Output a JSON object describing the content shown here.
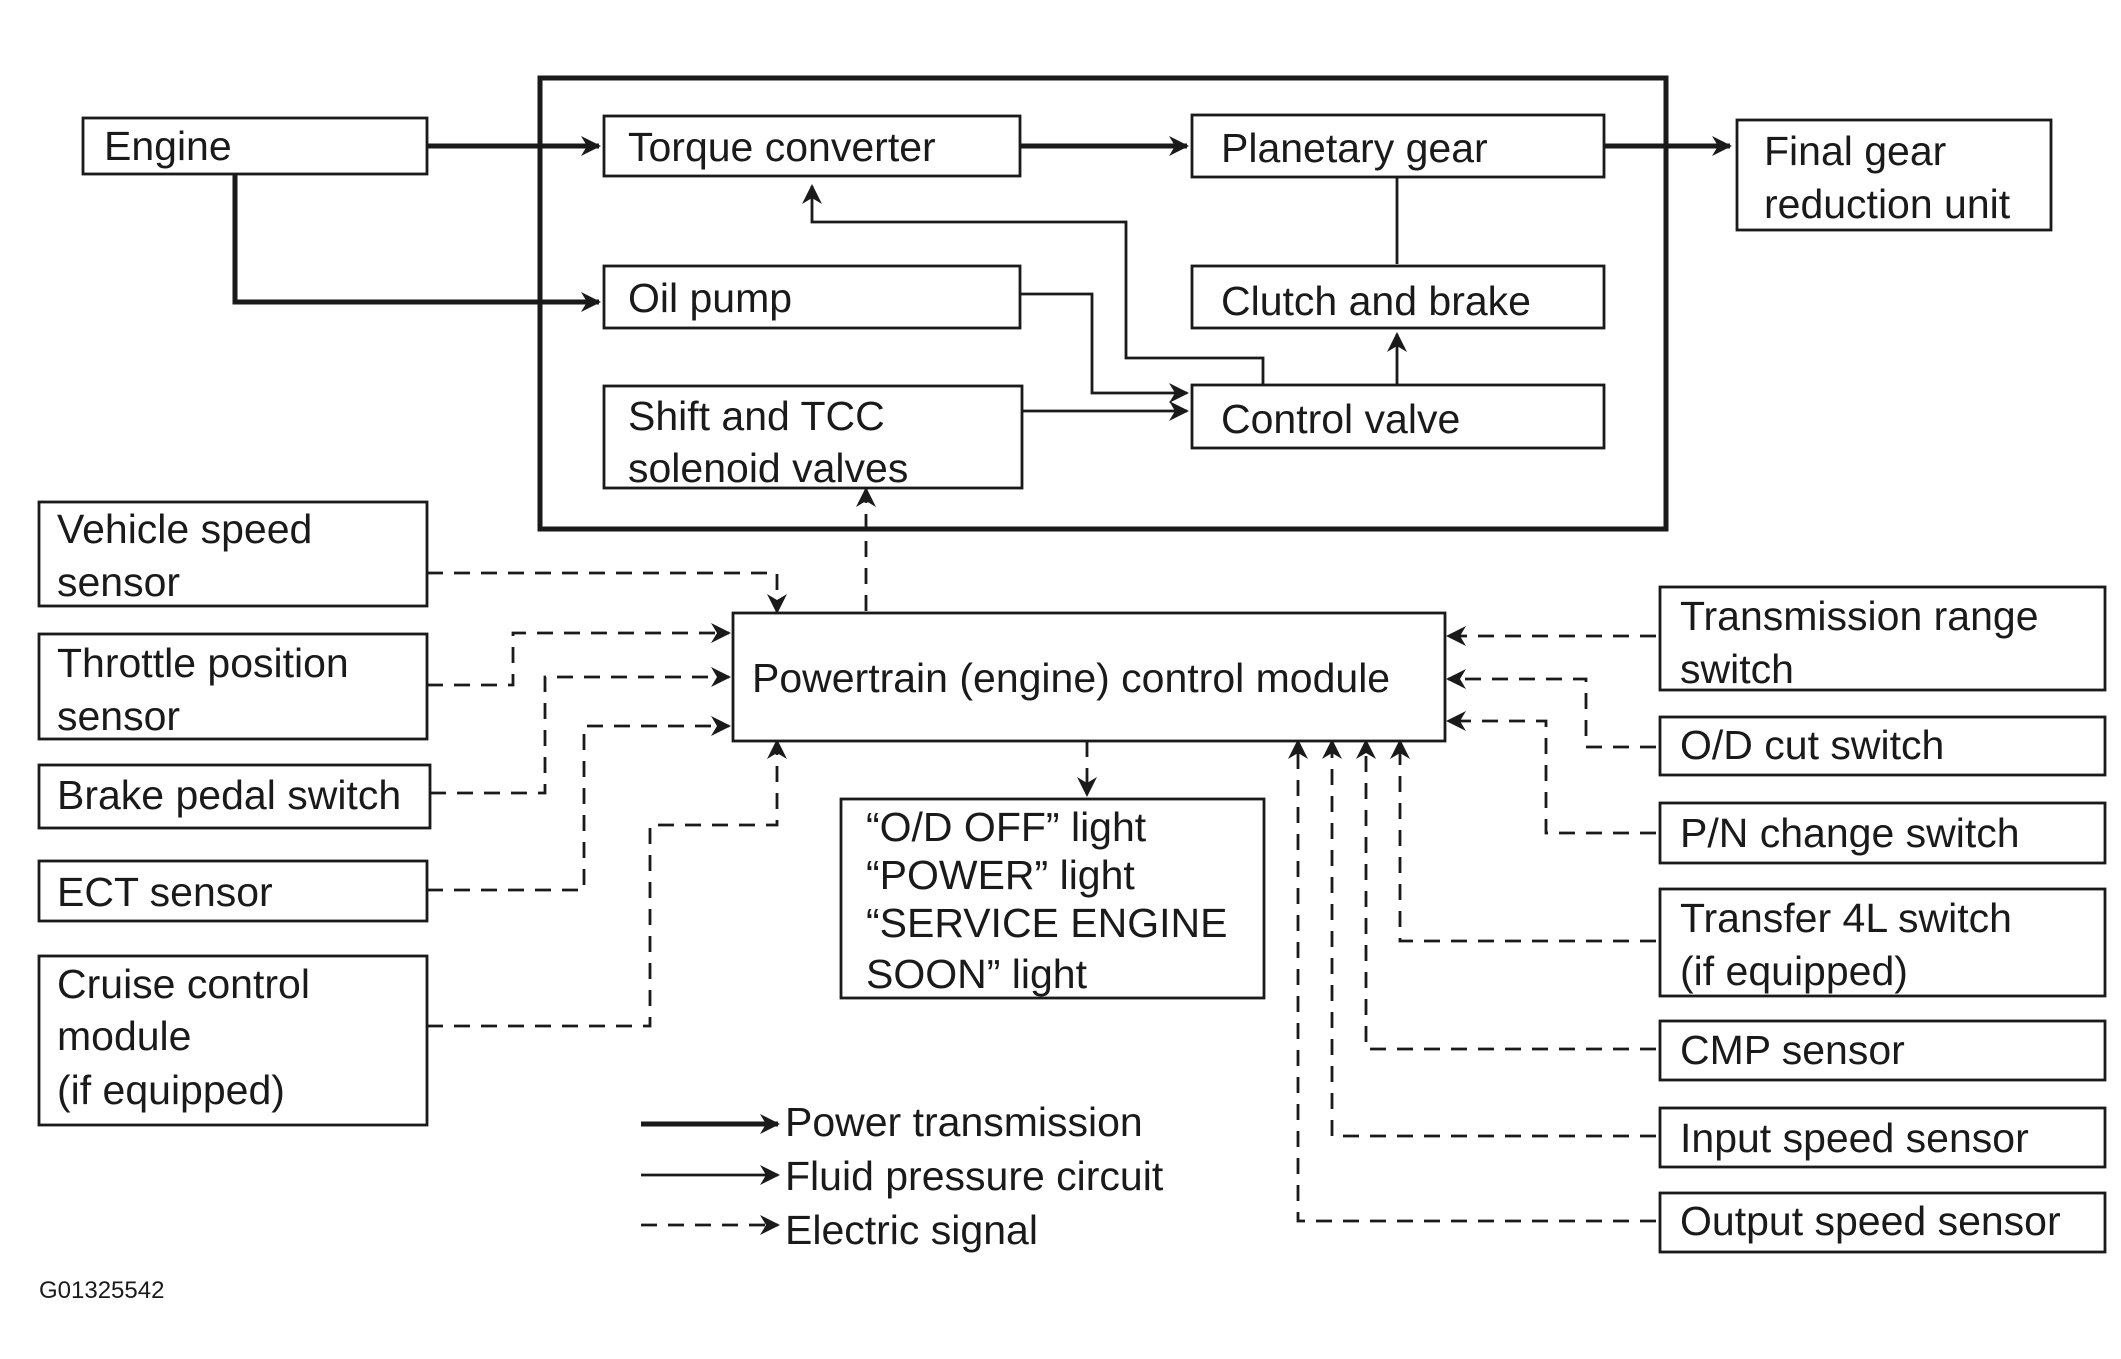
{
  "blocks": {
    "engine": "Engine",
    "torque_converter": "Torque converter",
    "planetary_gear": "Planetary gear",
    "final_gear": [
      "Final gear",
      "reduction unit"
    ],
    "oil_pump": "Oil pump",
    "clutch_brake": "Clutch and brake",
    "shift_tcc": [
      "Shift and TCC",
      "solenoid valves"
    ],
    "control_valve": "Control valve",
    "pcm": "Powertrain (engine) control module",
    "indicator_lights": [
      "“O/D OFF” light",
      "“POWER” light",
      "“SERVICE ENGINE",
      "SOON” light"
    ]
  },
  "left_inputs": {
    "vss": [
      "Vehicle speed",
      "sensor"
    ],
    "tps": [
      "Throttle position",
      "sensor"
    ],
    "brake": "Brake pedal switch",
    "ect": "ECT sensor",
    "cruise": [
      "Cruise control",
      "module",
      "(if equipped)"
    ]
  },
  "right_inputs": {
    "trs": [
      "Transmission range",
      "switch"
    ],
    "od_cut": "O/D cut switch",
    "pn": "P/N change switch",
    "transfer": [
      "Transfer 4L switch",
      "(if equipped)"
    ],
    "cmp": "CMP sensor",
    "input_speed": "Input speed sensor",
    "output_speed": "Output speed sensor"
  },
  "legend": {
    "power": "Power transmission",
    "fluid": "Fluid pressure circuit",
    "electric": "Electric signal"
  },
  "figure_code": "G01325542"
}
